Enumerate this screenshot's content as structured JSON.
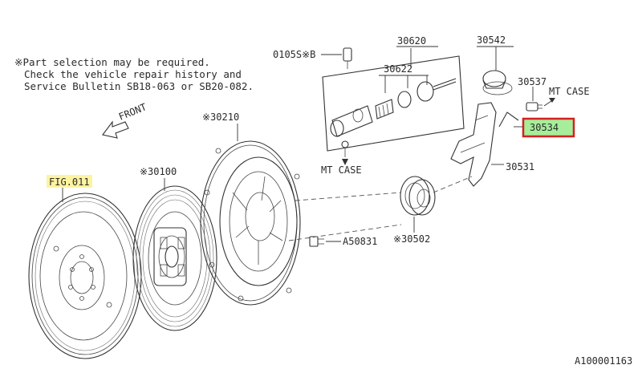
{
  "note": {
    "line1": "※Part selection may be required.",
    "line2": "Check the vehicle repair history and",
    "line3": "Service Bulletin SB18-063 or SB20-082."
  },
  "front_label": "FRONT",
  "parts": {
    "flywheel_ref": "FIG.011",
    "clutch_disc": "※30100",
    "pressure_plate": "※30210",
    "bolt": "A50831",
    "release_bearing": "※30502",
    "release_fork": "30531",
    "highlighted_part": "30534",
    "pivot": "30537",
    "boot": "30542",
    "slave_cylinder": "30620",
    "repair_kit": "30622",
    "bleeder_bolt": "0105S※B"
  },
  "mt_case_1": "MT CASE",
  "mt_case_2": "MT CASE",
  "diagram_id": "A100001163",
  "colors": {
    "highlight_fill": "#a6ee9a",
    "highlight_border": "#d42020",
    "ref_highlight": "#fdf3a0"
  }
}
